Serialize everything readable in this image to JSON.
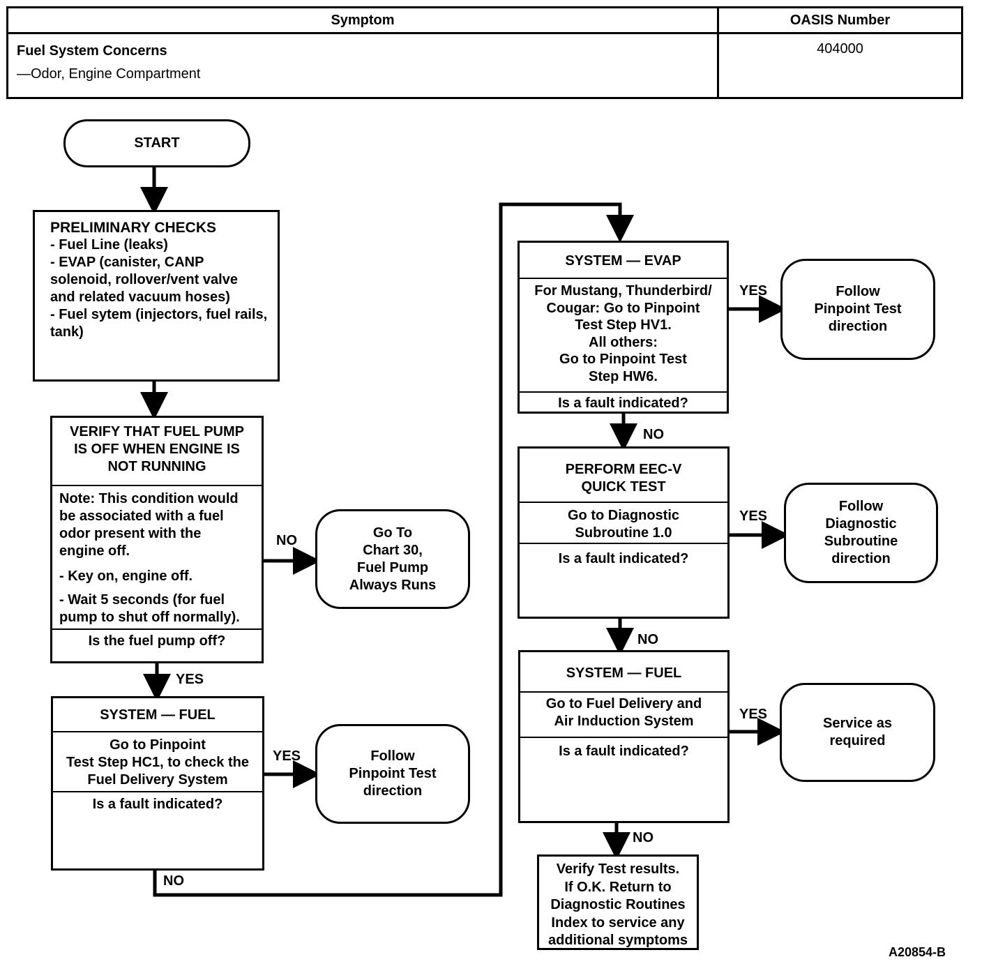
{
  "header_table": {
    "col_symptom": "Symptom",
    "col_oasis": "OASIS Number",
    "symptom_line1": "Fuel System Concerns",
    "symptom_line2": "—Odor, Engine Compartment",
    "oasis_number": "404000"
  },
  "start": "START",
  "preliminary": {
    "title": "PRELIMINARY CHECKS",
    "item1": "- Fuel Line (leaks)",
    "item2": "- EVAP (canister, CANP\n   solenoid, rollover/vent valve\n   and related vacuum hoses)",
    "item3": "- Fuel sytem (injectors, fuel rails,\n   tank)"
  },
  "verify_pump": {
    "title": "VERIFY THAT FUEL PUMP\nIS OFF WHEN ENGINE IS\nNOT RUNNING",
    "note": "Note: This condition would\nbe associated with a fuel\nodor present with the\nengine off.",
    "step1": "- Key on, engine off.",
    "step2": "- Wait 5 seconds (for fuel\n   pump to shut off normally).",
    "question": "Is the fuel pump off?"
  },
  "goto_chart30": "Go To\nChart 30,\nFuel Pump\nAlways Runs",
  "system_fuel_left": {
    "title": "SYSTEM — FUEL",
    "body": "Go to Pinpoint\nTest Step HC1, to check the\nFuel Delivery System",
    "question": "Is a fault indicated?"
  },
  "follow_pinpoint_left": "Follow\nPinpoint Test\ndirection",
  "system_evap": {
    "title": "SYSTEM — EVAP",
    "body": "For Mustang, Thunderbird/\nCougar: Go to Pinpoint\nTest Step HV1.\nAll others:\nGo to Pinpoint Test\nStep HW6.",
    "question": "Is a fault indicated?"
  },
  "follow_pinpoint_right": "Follow\nPinpoint Test\ndirection",
  "eec": {
    "title": "PERFORM EEC-V\nQUICK TEST",
    "body": "Go to Diagnostic\nSubroutine 1.0",
    "question": "Is a fault indicated?"
  },
  "follow_diag": "Follow\nDiagnostic\nSubroutine\ndirection",
  "system_fuel_right": {
    "title": "SYSTEM — FUEL",
    "body": "Go to Fuel Delivery and\nAir Induction System",
    "question": "Is a fault indicated?"
  },
  "service": "Service as\nrequired",
  "verify_results": "Verify Test results.\nIf O.K. Return to\nDiagnostic Routines\nIndex to service any\nadditional symptoms",
  "labels": {
    "no": "NO",
    "yes": "YES"
  },
  "figure_id": "A20854-B"
}
